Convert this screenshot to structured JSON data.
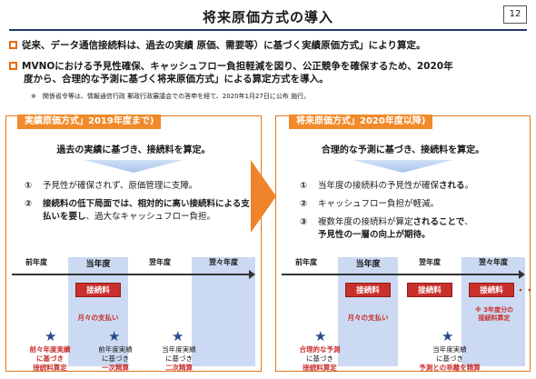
{
  "slide": {
    "title": "将来原価方式の導入",
    "page_number": "12"
  },
  "bullets": [
    "従来、データ通信接続料は、過去の実績 原価、需要等）に基づく実績原価方式」により算定。",
    "MVNOにおける予見性確保、キャッシュフロー負担軽減を図り、公正競争を確保するため、2020年",
    "度から、合理的な予測に基づく将来原価方式」による算定方式を導入。"
  ],
  "note": "※　関係省令等は、情報通信行政 郵政行政審議会での答申を経て、2020年1月27日に公布 施行。",
  "left": {
    "tag": "実績原価方式」2019年度まで)",
    "lead": "過去の実績に基づき、接続料を算定。",
    "items": [
      {
        "num": "①",
        "text": "予見性が確保されず、原価管理に支障。"
      },
      {
        "num": "②",
        "text_bold": "接続料の低下局面では、相対的に高い接",
        "text_cont_bold": "続料による支払いを要し",
        "text_cont": "、過大なキャッシュ",
        "text_cont2": "フロー負担。"
      }
    ],
    "timeline": {
      "years": [
        "前年度",
        "当年度",
        "翌年度",
        "翌々年度"
      ],
      "fee_label": "接続料",
      "monthly_label": "月々の支払い",
      "star1_label": [
        "前々年度実績",
        "に基づき",
        "接続料算定"
      ],
      "star2_label": [
        "前年度実績",
        "に基づき",
        "一次精算"
      ],
      "star3_label": [
        "当年度実績",
        "に基づき",
        "二次精算"
      ]
    }
  },
  "right": {
    "tag": "将来原価方式」2020年度以降)",
    "lead": "合理的な予測に基づき、接続料を算定。",
    "items": [
      {
        "num": "①",
        "text_a": "当年度の接続料の予見性が確保",
        "text_b": "される",
        "text_c": "。"
      },
      {
        "num": "②",
        "text_a": "キャッシュフロー負担が軽減。"
      },
      {
        "num": "③",
        "text_a": "複数年度の接続料が算定",
        "text_b": "されることで",
        "text_c": "、",
        "text_d": "予見性の一層の向上が期待。"
      }
    ],
    "timeline": {
      "years": [
        "前年度",
        "当年度",
        "翌年度",
        "翌々年度"
      ],
      "fee_label": "接続料",
      "monthly_label": "月々の支払い",
      "note": [
        "※ 3年度分の",
        "接続料算定"
      ],
      "dots": "・・・",
      "star1_label": [
        "合理的な予測",
        "に基づき",
        "接続料算定"
      ],
      "star2_label": [
        "当年度実績",
        "に基づき",
        "予測との乖離を精算"
      ]
    }
  },
  "colors": {
    "accent": "#e86a12",
    "fee": "#c9302c",
    "timeline_bg": "#cbdaf2",
    "star": "#2a4a8a",
    "rule": "#1f3a6e"
  }
}
